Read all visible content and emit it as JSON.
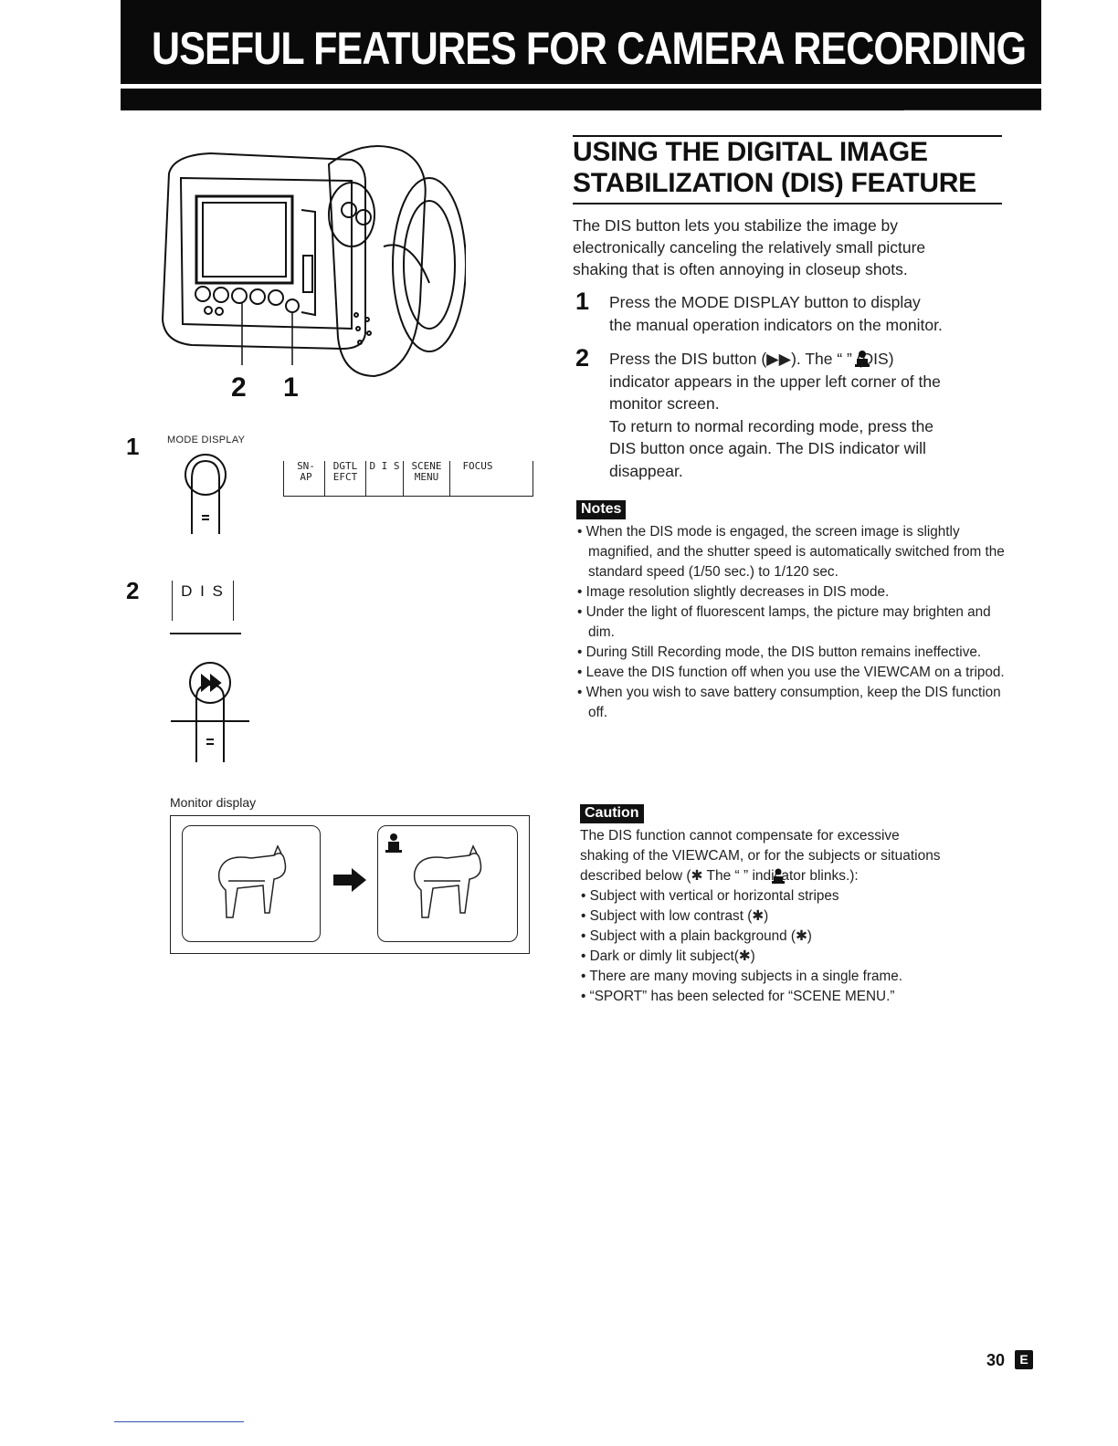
{
  "header": {
    "title": "USEFUL FEATURES FOR CAMERA RECORDING"
  },
  "section": {
    "title_line1": "USING THE DIGITAL IMAGE",
    "title_line2": "STABILIZATION (DIS) FEATURE",
    "intro": [
      "The DIS button lets you stabilize the image by",
      "electronically canceling the relatively small picture",
      "shaking that is often annoying in closeup shots."
    ],
    "steps": [
      {
        "num": "1",
        "lines": [
          "Press the MODE DISPLAY button to display",
          "the manual operation indicators on the monitor."
        ]
      },
      {
        "num": "2",
        "lines": [
          "Press the DIS button (▶▶). The “  ” (DIS)",
          "indicator appears in the upper left corner of the",
          "monitor screen.",
          "To return to normal recording mode, press the",
          "DIS button once again. The DIS indicator will",
          "disappear."
        ]
      }
    ]
  },
  "notes": {
    "label": "Notes",
    "items": [
      "When the DIS mode is engaged, the screen image is slightly magnified, and the shutter speed is automatically switched from the standard speed (1/50 sec.) to 1/120 sec.",
      "Image resolution slightly decreases in DIS mode.",
      "Under the light of fluorescent lamps, the picture may brighten and dim.",
      "During Still Recording mode, the DIS button remains ineffective.",
      "Leave the DIS function off when you use the VIEWCAM on a tripod.",
      "When you wish to save battery consumption, keep the DIS function off."
    ]
  },
  "caution": {
    "label": "Caution",
    "intro": [
      "The DIS function cannot compensate for excessive",
      "shaking of the VIEWCAM, or for the subjects or situations",
      "described below (✱ The “  ” indicator blinks.):"
    ],
    "items": [
      "Subject with vertical or horizontal stripes",
      "Subject with low contrast (✱)",
      "Subject with a plain background (✱)",
      "Dark or dimly lit subject(✱)",
      "There are many moving subjects in a single frame.",
      "“SPORT” has been selected for “SCENE MENU.”"
    ]
  },
  "figure": {
    "callout_2": "2",
    "callout_1": "1",
    "step1_num": "1",
    "step1_caption": "MODE DISPLAY",
    "step2_num": "2",
    "dis_button_label": "D I S",
    "menu_cells": [
      {
        "top": "SN-",
        "bottom": "AP"
      },
      {
        "top": "DGTL",
        "bottom": "EFCT"
      },
      {
        "top": "D I S",
        "bottom": ""
      },
      {
        "top": "SCENE",
        "bottom": "MENU"
      },
      {
        "top": "FOCUS",
        "bottom": ""
      }
    ],
    "monitor_caption": "Monitor display"
  },
  "footer": {
    "page_number": "30",
    "page_badge": "E"
  }
}
